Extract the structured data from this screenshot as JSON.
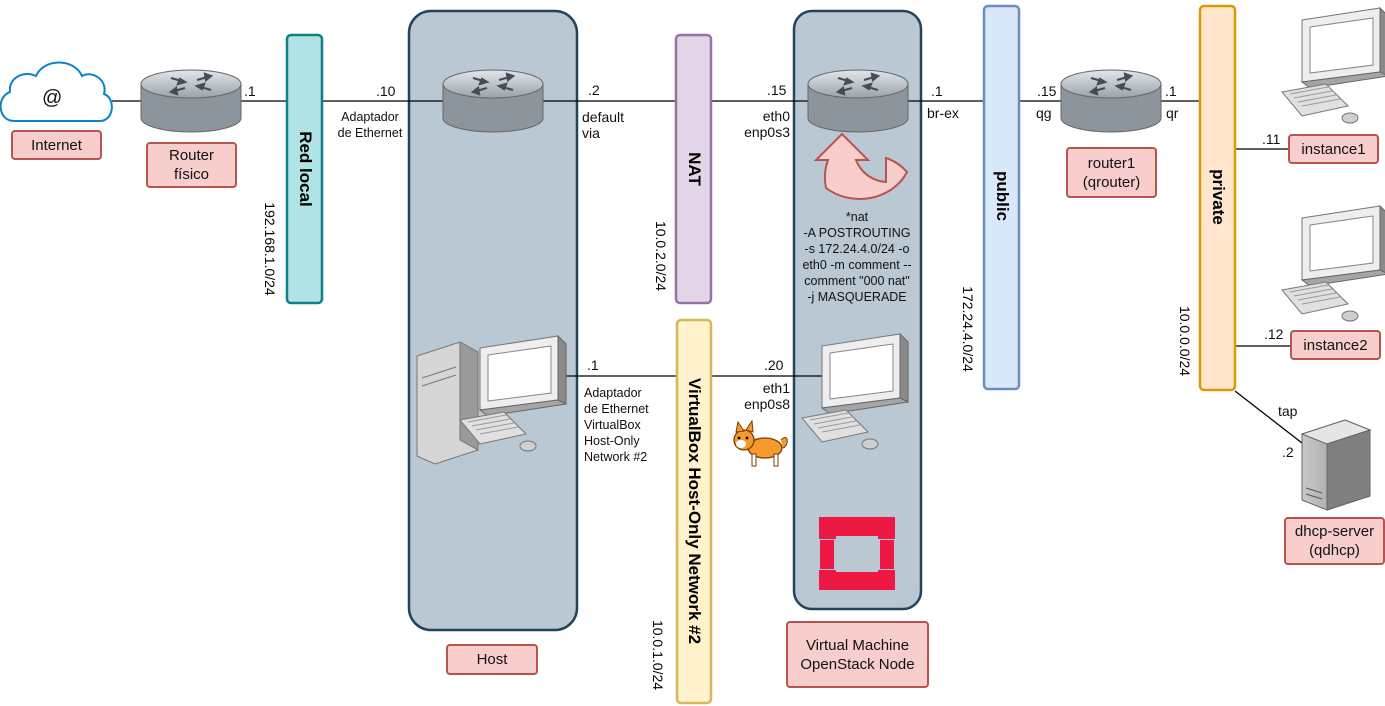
{
  "nodes": {
    "internet": "Internet",
    "internet_symbol": "@",
    "router_fisico": "Router\nfísico",
    "router1": "router1\n(qrouter)",
    "instance1": "instance1",
    "instance2": "instance2",
    "dhcp": "dhcp-server\n(qdhcp)",
    "host": "Host",
    "vm": "Virtual Machine\nOpenStack Node"
  },
  "networks": {
    "red_local": {
      "name": "Red local",
      "cidr": "192.168.1.0/24"
    },
    "nat": {
      "name": "NAT",
      "cidr": "10.0.2.0/24"
    },
    "hostonly": {
      "name": "VirtualBox Host-Only Network #2",
      "cidr": "10.0.1.0/24"
    },
    "public": {
      "name": "public",
      "cidr": "172.24.4.0/24"
    },
    "private": {
      "name": "private",
      "cidr": "10.0.0.0/24"
    }
  },
  "labels": {
    "rf_ip": ".1",
    "host_ip": ".10",
    "host_adapter": "Adaptador\nde Ethernet",
    "nat_gw_ip": ".2",
    "default_via": "default\nvia",
    "vm_eth0_ip": ".15",
    "vm_eth0": "eth0\nenp0s3",
    "brex_ip": ".1",
    "brex": "br-ex",
    "qg_ip": ".15",
    "qg": "qg",
    "qr_ip": ".1",
    "qr": "qr",
    "inst1_ip": ".11",
    "inst2_ip": ".12",
    "tap": "tap",
    "dhcp_ip": ".2",
    "host_pc_ip": ".1",
    "host_pc_adapter": "Adaptador\nde Ethernet\nVirtualBox\nHost-Only\nNetwork #2",
    "vm_eth1_ip": ".20",
    "vm_eth1": "eth1\nenp0s8",
    "iptables": "*nat\n-A POSTROUTING\n-s 172.24.4.0/24 -o\neth0 -m comment --\ncomment \"000 nat\"\n-j MASQUERADE"
  },
  "colors": {
    "red_local": "#b0e3e6",
    "red_local_border": "#0e8088",
    "nat": "#e1d5e7",
    "nat_border": "#9673a6",
    "hostonly": "#fff2cc",
    "hostonly_border": "#d6b656",
    "public": "#dae8fc",
    "public_border": "#6c8ebf",
    "private": "#ffe6cc",
    "private_border": "#d79b00",
    "container": "#bac8d3",
    "container_border": "#23445d",
    "label_fill": "#f8cecc",
    "label_border": "#b85450",
    "openstack": "#ed1944"
  }
}
